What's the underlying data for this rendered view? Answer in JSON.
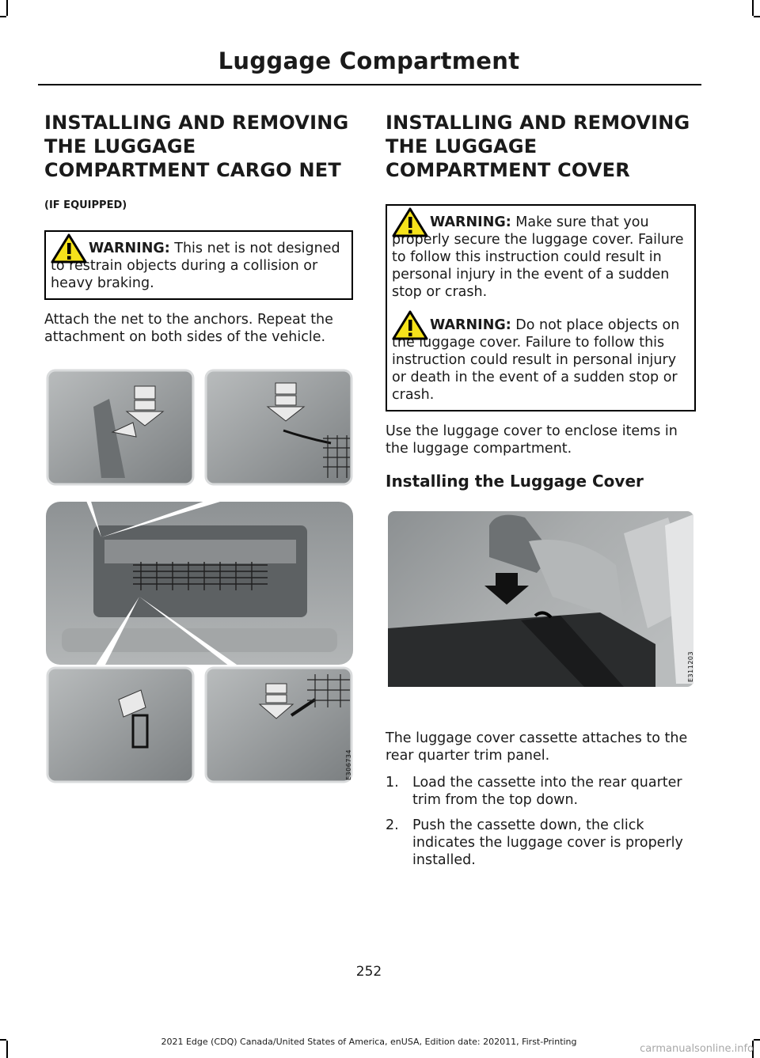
{
  "header": {
    "title": "Luggage Compartment"
  },
  "left": {
    "title_lines": [
      "INSTALLING AND REMOVING",
      "THE LUGGAGE",
      "COMPARTMENT CARGO NET"
    ],
    "if_equipped": "(IF EQUIPPED)",
    "warning": {
      "label": "WARNING:",
      "text": " This net is not designed to restrain objects during a collision or heavy braking."
    },
    "body": "Attach the net to the anchors. Repeat the attachment on both sides of the vehicle.",
    "figure_code": "E306734"
  },
  "right": {
    "title_lines": [
      "INSTALLING AND REMOVING",
      "THE LUGGAGE",
      "COMPARTMENT COVER"
    ],
    "warnings": [
      {
        "label": "WARNING:",
        "text": " Make sure that you properly secure the luggage cover. Failure to follow this instruction could result in personal injury in the event of a sudden stop or crash."
      },
      {
        "label": "WARNING:",
        "text": " Do not place objects on the luggage cover. Failure to follow this instruction could result in personal injury or death in the event of a sudden stop or crash."
      }
    ],
    "intro": "Use the luggage cover to enclose items in the luggage compartment.",
    "subheading": "Installing the Luggage Cover",
    "figure_code": "E311203",
    "description": "The luggage cover cassette attaches to the rear quarter trim panel.",
    "steps": [
      {
        "num": "1.",
        "text": "Load the cassette into the rear quarter trim from the top down."
      },
      {
        "num": "2.",
        "text": "Push the cassette down, the click indicates the luggage cover is properly installed."
      }
    ]
  },
  "footer": {
    "page_number": "252",
    "edition": "2021 Edge (CDQ) Canada/United States of America, enUSA, Edition date: 202011, First-Printing",
    "watermark": "carmanualsonline.info"
  },
  "colors": {
    "warning_yellow": "#f5e21b",
    "text": "#1a1a1a",
    "figure_gray": "#9a9d9e"
  }
}
